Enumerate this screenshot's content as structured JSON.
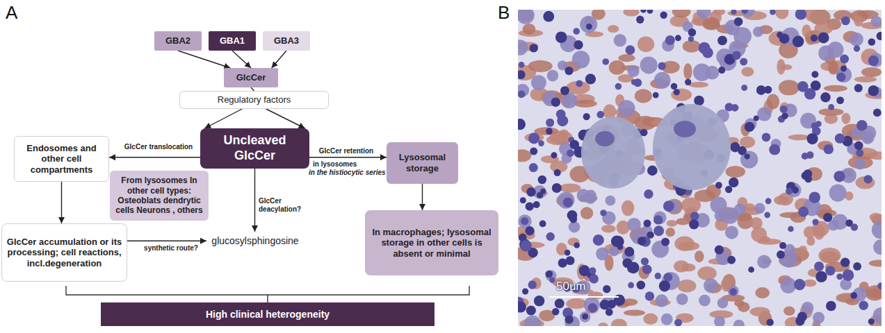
{
  "diagram": {
    "nodes": [
      {
        "text": [
          "GBA2"
        ]
      },
      {
        "text": [
          "GBA1"
        ]
      },
      {
        "text": [
          "GBA3"
        ]
      },
      {
        "text": [
          "GlcCer"
        ]
      },
      {
        "text": [
          "Regulatory factors"
        ]
      },
      {
        "text": [
          "Endosomes and other cell compartments"
        ]
      },
      {
        "text": [
          "Uncleaved GlcCer"
        ]
      },
      {
        "text": [
          "Lysosomal storage"
        ]
      },
      {
        "text": [
          "From lysosomes In other cell types: Osteoblats dendrytic cells Neurons , others"
        ]
      },
      {
        "text": [
          "GlcCer accumulation or its processing; cell reactions, incl.degeneration"
        ]
      },
      {
        "text": [
          "glucosylsphingosine"
        ]
      },
      {
        "text": [
          "In macrophages; lysosomal storage in other cells is absent or minimal"
        ]
      },
      {
        "text": [
          "High clinical heterogeneity"
        ]
      }
    ],
    "edges": [
      {
        "from": 0,
        "to": 3,
        "arrow": "to"
      },
      {
        "from": 1,
        "to": 3,
        "arrow": "to"
      },
      {
        "from": 2,
        "to": 3,
        "arrow": "to"
      },
      {
        "from": 3,
        "to": 4,
        "arrow": "none"
      },
      {
        "from": 4,
        "to": 6,
        "arrow": "to"
      },
      {
        "from": 4,
        "to": 6,
        "arrow": "to"
      },
      {
        "from": 6,
        "to": 5,
        "label": "GlcCer translocation",
        "arrow": "to"
      },
      {
        "from": 6,
        "to": 7,
        "label": "GlcCer retention",
        "arrow": "to"
      },
      {
        "from": 6,
        "to": 10,
        "label": "GlcCer deacylation?",
        "arrow": "to"
      },
      {
        "from": 5,
        "to": 9,
        "arrow": "to"
      },
      {
        "from": 9,
        "to": 10,
        "label": "synthetic route?",
        "arrow": "to"
      },
      {
        "from": 7,
        "to": 11,
        "arrow": "to"
      }
    ],
    "labels": [
      "A",
      "B",
      "in lysosomes",
      "in the histiocytic series",
      "50um"
    ]
  }
}
